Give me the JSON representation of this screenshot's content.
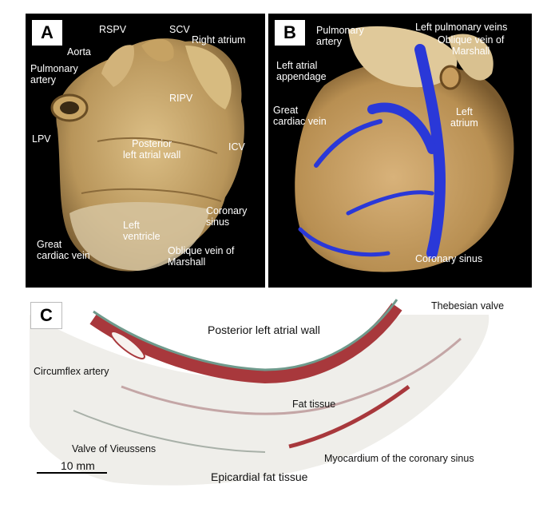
{
  "panels": {
    "a": {
      "letter": "A",
      "labels": {
        "rspv": "RSPV",
        "scv": "SCV",
        "right_atrium": "Right atrium",
        "aorta": "Aorta",
        "pulmonary_artery": "Pulmonary\nartery",
        "ripv": "RIPV",
        "lpv": "LPV",
        "icv": "ICV",
        "posterior_wall": "Posterior\nleft atrial wall",
        "coronary_sinus": "Coronary\nsinus",
        "left_ventricle": "Left\nventricle",
        "great_cardiac_vein": "Great\ncardiac vein",
        "oblique_vein": "Oblique vein of\nMarshall"
      }
    },
    "b": {
      "letter": "B",
      "labels": {
        "pulmonary_artery": "Pulmonary\nartery",
        "left_pulmonary_veins": "Left pulmonary veins",
        "oblique_vein": "Oblique vein of\nMarshall",
        "left_atrial_appendage": "Left atrial\nappendage",
        "great_cardiac_vein": "Great\ncardiac vein",
        "left_atrium": "Left\natrium",
        "coronary_sinus": "Coronary sinus"
      }
    },
    "c": {
      "letter": "C",
      "labels": {
        "thebesian_valve": "Thebesian valve",
        "posterior_wall": "Posterior left atrial wall",
        "circumflex_artery": "Circumflex artery",
        "fat_tissue": "Fat tissue",
        "valve_of_vieussens": "Valve of Vieussens",
        "myocardium_cs": "Myocardium of the coronary sinus",
        "scale_bar": "10 mm",
        "epicardial_fat": "Epicardial fat tissue"
      }
    }
  },
  "colors": {
    "tissue": "#c8a66a",
    "tissue_light": "#dcc08a",
    "vein_blue": "#2a38d8",
    "histology_red": "#a8383c",
    "histology_green": "#6f9a8c"
  }
}
